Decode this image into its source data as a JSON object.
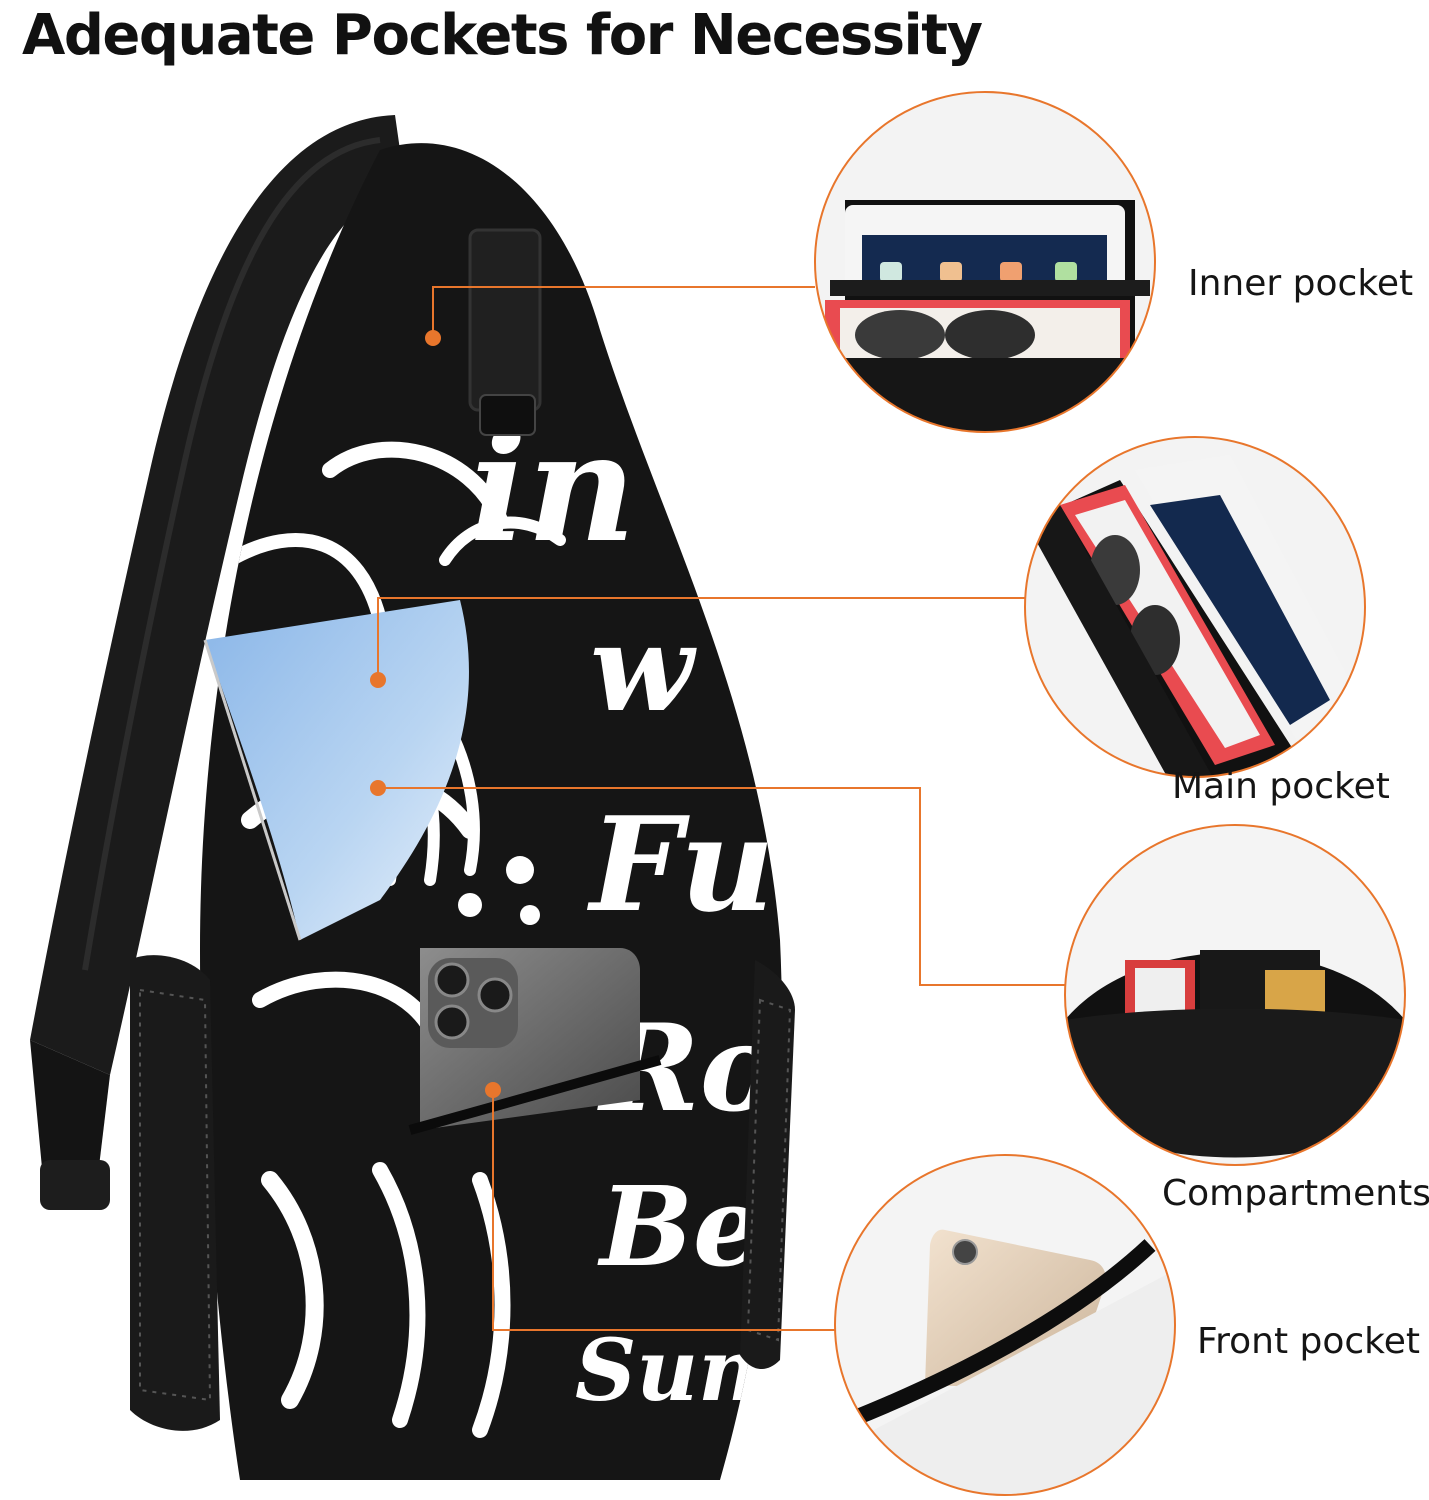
{
  "header": {
    "title": "Adequate Pockets for Necessity"
  },
  "callouts": [
    {
      "label": "Inner pocket"
    },
    {
      "label": "Main pocket"
    },
    {
      "label": "Compartments"
    },
    {
      "label": "Front pocket"
    }
  ],
  "bag_print": {
    "words": [
      "in",
      "w",
      "Fu",
      "Ros",
      "Be",
      "Sunfl"
    ]
  },
  "colors": {
    "accent": "#e8762c",
    "bag": "#151515",
    "print": "#ffffff"
  }
}
